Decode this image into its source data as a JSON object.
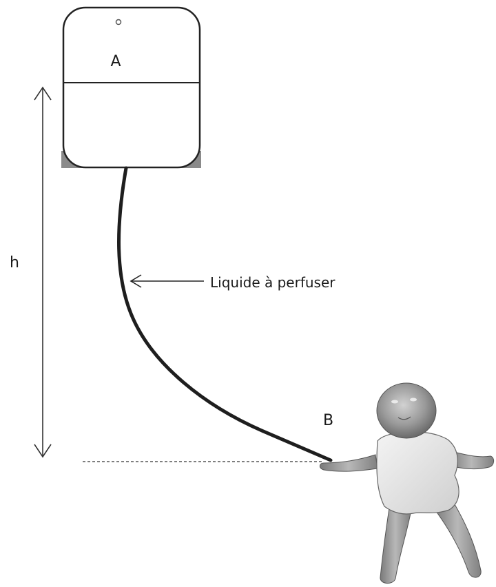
{
  "labels": {
    "point_a": "A",
    "point_b": "B",
    "height": "h",
    "tube": "Liquide à perfuser"
  }
}
